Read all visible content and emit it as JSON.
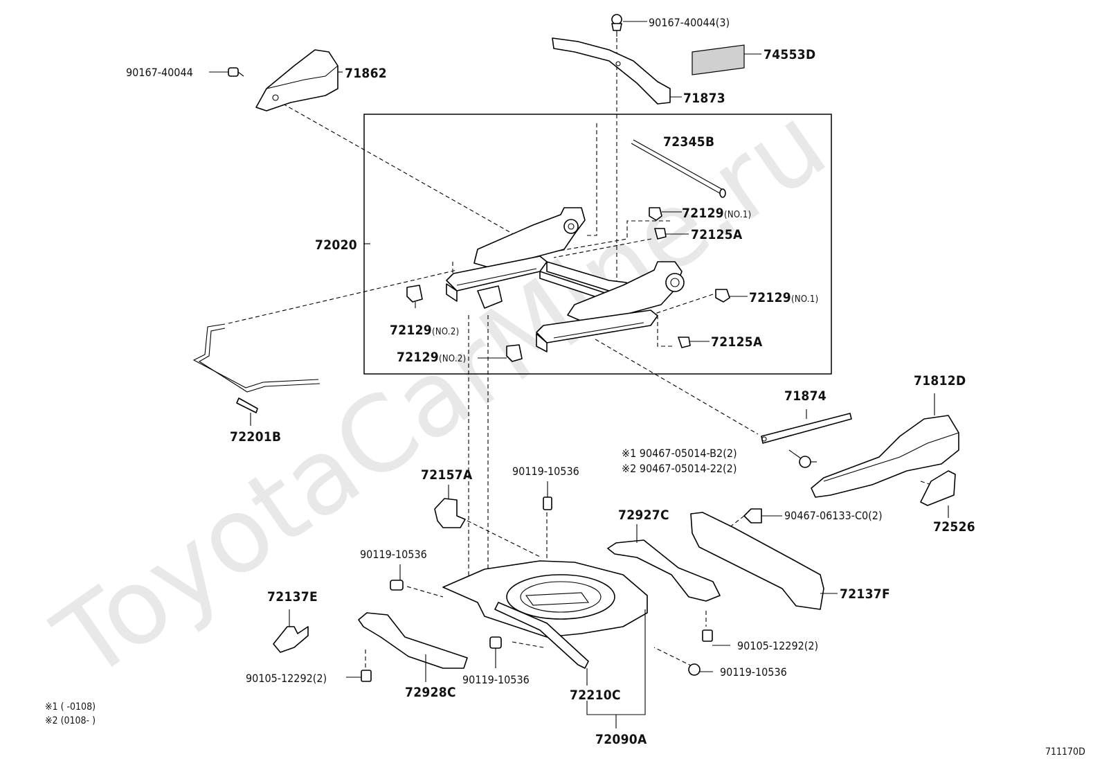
{
  "watermark": "ToyotaCarMine.ru",
  "diagram_code": "711170D",
  "notes": [
    {
      "mark": "※1",
      "text": "(       -0108)"
    },
    {
      "mark": "※2",
      "text": "(0108-       )"
    }
  ],
  "labels": {
    "p71862": "71862",
    "p90167_40044": "90167-40044",
    "p90167_40044_3": "90167-40044(3)",
    "p74553D": "74553D",
    "p71873": "71873",
    "p72345B": "72345B",
    "p72129_no1_a": "72129",
    "p72129_no1_a_sub": "(NO.1)",
    "p72125A_a": "72125A",
    "p72020": "72020",
    "p72129_no1_b": "72129",
    "p72129_no1_b_sub": "(NO.1)",
    "p72129_no2_a": "72129",
    "p72129_no2_a_sub": "(NO.2)",
    "p72129_no2_b": "72129",
    "p72129_no2_b_sub": "(NO.2)",
    "p72125A_b": "72125A",
    "p72201B": "72201B",
    "p71874": "71874",
    "p71812D": "71812D",
    "p90467_b2": "※1 90467-05014-B2(2)",
    "p90467_22": "※2 90467-05014-22(2)",
    "p72157A": "72157A",
    "p90119_10536_a": "90119-10536",
    "p72927C": "72927C",
    "p90467_06133": "90467-06133-C0(2)",
    "p72526": "72526",
    "p90119_10536_b": "90119-10536",
    "p72137E": "72137E",
    "p72137F": "72137F",
    "p90105_12292_a": "90105-12292(2)",
    "p90105_12292_b": "90105-12292(2)",
    "p90119_10536_c": "90119-10536",
    "p90119_10536_d": "90119-10536",
    "p72928C": "72928C",
    "p72210C": "72210C",
    "p72090A": "72090A"
  }
}
